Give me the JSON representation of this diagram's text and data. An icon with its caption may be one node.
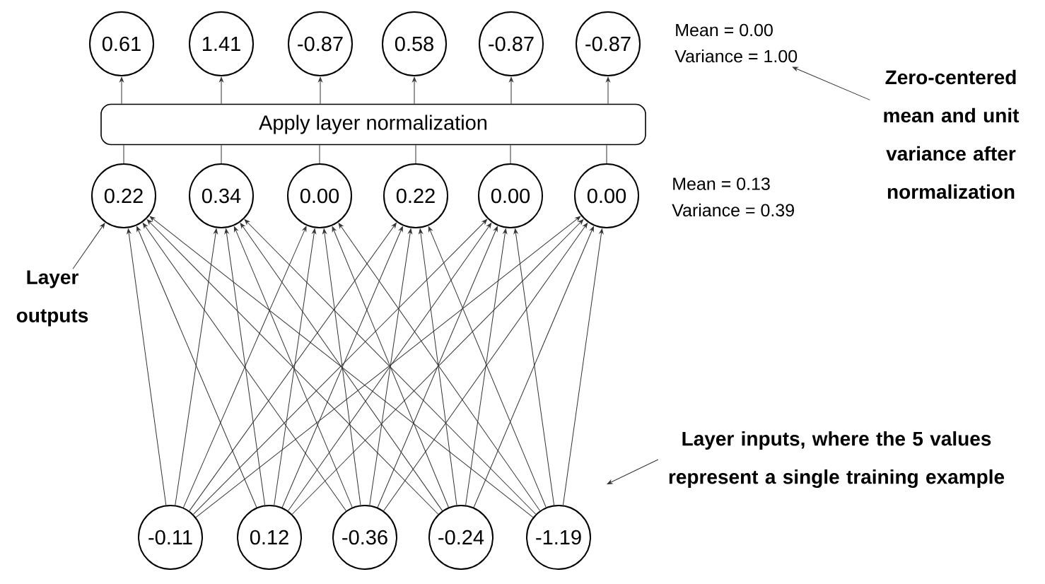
{
  "diagram": {
    "nodes": [
      {
        "text": [
          "0.61"
        ]
      },
      {
        "text": [
          "1.41"
        ]
      },
      {
        "text": [
          "-0.87"
        ]
      },
      {
        "text": [
          "0.58"
        ]
      },
      {
        "text": [
          "-0.87"
        ]
      },
      {
        "text": [
          "-0.87"
        ]
      },
      {
        "text": [
          "Mean = 0.00",
          "Variance = 1.00"
        ]
      },
      {
        "text": [
          "Zero-centered mean and unit variance after normalization"
        ]
      },
      {
        "text": [
          "Apply layer normalization"
        ]
      },
      {
        "text": [
          "0.22"
        ]
      },
      {
        "text": [
          "0.34"
        ]
      },
      {
        "text": [
          "0.00"
        ]
      },
      {
        "text": [
          "0.22"
        ]
      },
      {
        "text": [
          "0.00"
        ]
      },
      {
        "text": [
          "0.00"
        ]
      },
      {
        "text": [
          "Layer outputs"
        ]
      },
      {
        "text": [
          "-0.11"
        ]
      },
      {
        "text": [
          "0.12"
        ]
      },
      {
        "text": [
          "-0.36"
        ]
      },
      {
        "text": [
          "-0.24"
        ]
      },
      {
        "text": [
          "-1.19"
        ]
      },
      {
        "text": [
          "Layer inputs, where the 5 values represent a single training example"
        ]
      }
    ],
    "edges": [
      {
        "from": 8,
        "to": 0,
        "arrow": "to"
      },
      {
        "from": 8,
        "to": 1,
        "arrow": "to"
      },
      {
        "from": 8,
        "to": 2,
        "arrow": "to"
      },
      {
        "from": 8,
        "to": 3,
        "arrow": "to"
      },
      {
        "from": 8,
        "to": 4,
        "arrow": "to"
      },
      {
        "from": 8,
        "to": 5,
        "arrow": "to"
      },
      {
        "from": 9,
        "to": 8,
        "arrow": "none"
      },
      {
        "from": 10,
        "to": 8,
        "arrow": "none"
      },
      {
        "from": 11,
        "to": 8,
        "arrow": "none"
      },
      {
        "from": 12,
        "to": 8,
        "arrow": "none"
      },
      {
        "from": 13,
        "to": 8,
        "arrow": "none"
      },
      {
        "from": 14,
        "to": 8,
        "arrow": "none"
      },
      {
        "from": 16,
        "to": 9,
        "arrow": "to"
      },
      {
        "from": 16,
        "to": 10,
        "arrow": "to"
      },
      {
        "from": 16,
        "to": 11,
        "arrow": "to"
      },
      {
        "from": 16,
        "to": 12,
        "arrow": "to"
      },
      {
        "from": 16,
        "to": 13,
        "arrow": "to"
      },
      {
        "from": 16,
        "to": 14,
        "arrow": "to"
      },
      {
        "from": 17,
        "to": 9,
        "arrow": "to"
      },
      {
        "from": 17,
        "to": 10,
        "arrow": "to"
      },
      {
        "from": 17,
        "to": 11,
        "arrow": "to"
      },
      {
        "from": 17,
        "to": 12,
        "arrow": "to"
      },
      {
        "from": 17,
        "to": 13,
        "arrow": "to"
      },
      {
        "from": 17,
        "to": 14,
        "arrow": "to"
      },
      {
        "from": 18,
        "to": 9,
        "arrow": "to"
      },
      {
        "from": 18,
        "to": 10,
        "arrow": "to"
      },
      {
        "from": 18,
        "to": 11,
        "arrow": "to"
      },
      {
        "from": 18,
        "to": 12,
        "arrow": "to"
      },
      {
        "from": 18,
        "to": 13,
        "arrow": "to"
      },
      {
        "from": 18,
        "to": 14,
        "arrow": "to"
      },
      {
        "from": 19,
        "to": 9,
        "arrow": "to"
      },
      {
        "from": 19,
        "to": 10,
        "arrow": "to"
      },
      {
        "from": 19,
        "to": 11,
        "arrow": "to"
      },
      {
        "from": 19,
        "to": 12,
        "arrow": "to"
      },
      {
        "from": 19,
        "to": 13,
        "arrow": "to"
      },
      {
        "from": 19,
        "to": 14,
        "arrow": "to"
      },
      {
        "from": 20,
        "to": 9,
        "arrow": "to"
      },
      {
        "from": 20,
        "to": 10,
        "arrow": "to"
      },
      {
        "from": 20,
        "to": 11,
        "arrow": "to"
      },
      {
        "from": 20,
        "to": 12,
        "arrow": "to"
      },
      {
        "from": 20,
        "to": 13,
        "arrow": "to"
      },
      {
        "from": 20,
        "to": 14,
        "arrow": "to"
      },
      {
        "from": 7,
        "to": 6,
        "arrow": "to"
      },
      {
        "from": 15,
        "to": 9,
        "arrow": "to"
      },
      {
        "from": 21,
        "to": null,
        "arrow": "to"
      }
    ],
    "labels": [
      "Mean = 0.13",
      "Variance = 0.39"
    ]
  }
}
